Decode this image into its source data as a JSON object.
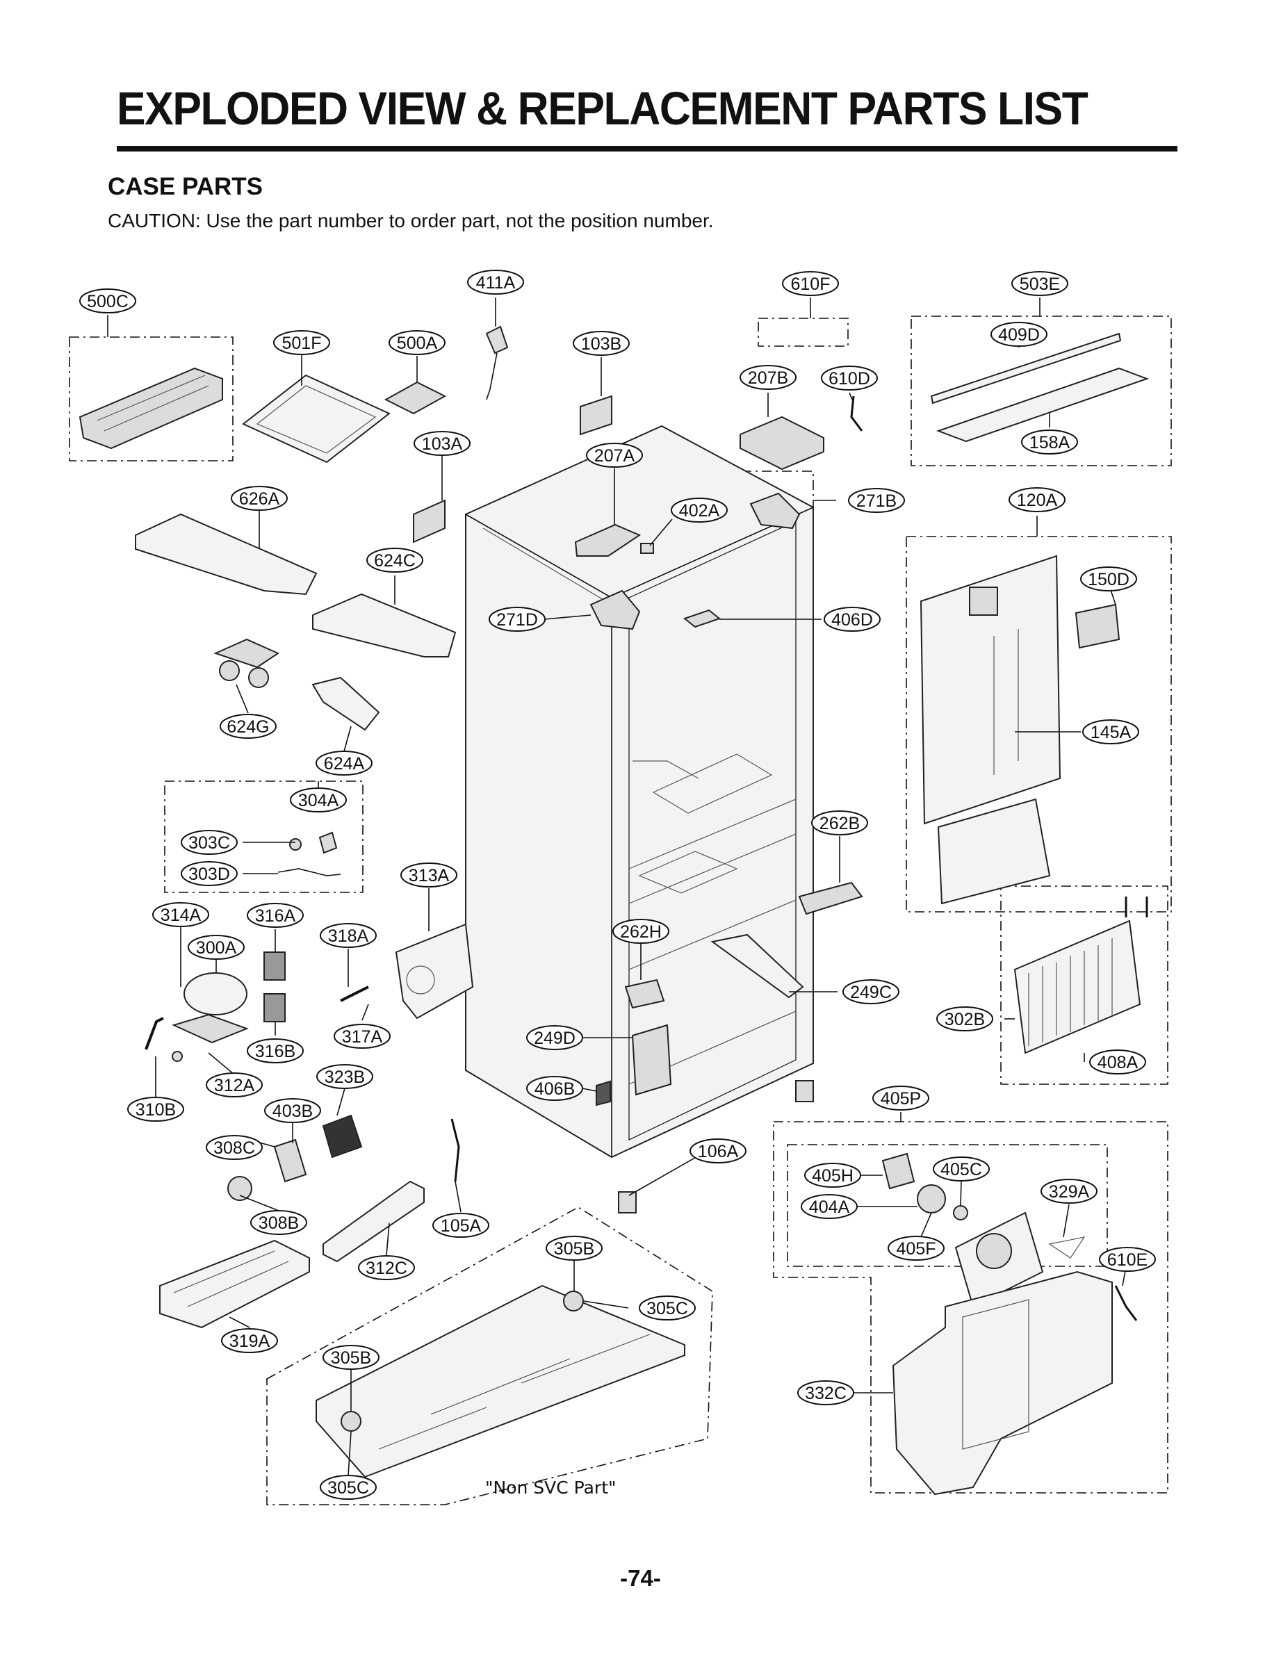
{
  "page": {
    "title": "EXPLODED VIEW & REPLACEMENT PARTS LIST",
    "section": "CASE PARTS",
    "caution": "CAUTION: Use the part number to order part, not the position number.",
    "page_number": "-74-",
    "note": "\"Non SVC Part\""
  },
  "callouts": [
    "500C",
    "411A",
    "610F",
    "503E",
    "501F",
    "500A",
    "103B",
    "409D",
    "207B",
    "610D",
    "103A",
    "207A",
    "158A",
    "626A",
    "402A",
    "271B",
    "120A",
    "624C",
    "150D",
    "271D",
    "406D",
    "624G",
    "145A",
    "624A",
    "304A",
    "262B",
    "303C",
    "303D",
    "313A",
    "314A",
    "316A",
    "262H",
    "300A",
    "318A",
    "249C",
    "302B",
    "249D",
    "317A",
    "316B",
    "408A",
    "312A",
    "323B",
    "406B",
    "310B",
    "403B",
    "405P",
    "308C",
    "106A",
    "405H",
    "405C",
    "329A",
    "404A",
    "308B",
    "105A",
    "305B",
    "405F",
    "312C",
    "305C",
    "610E",
    "319A",
    "305B",
    "332C",
    "305C"
  ]
}
